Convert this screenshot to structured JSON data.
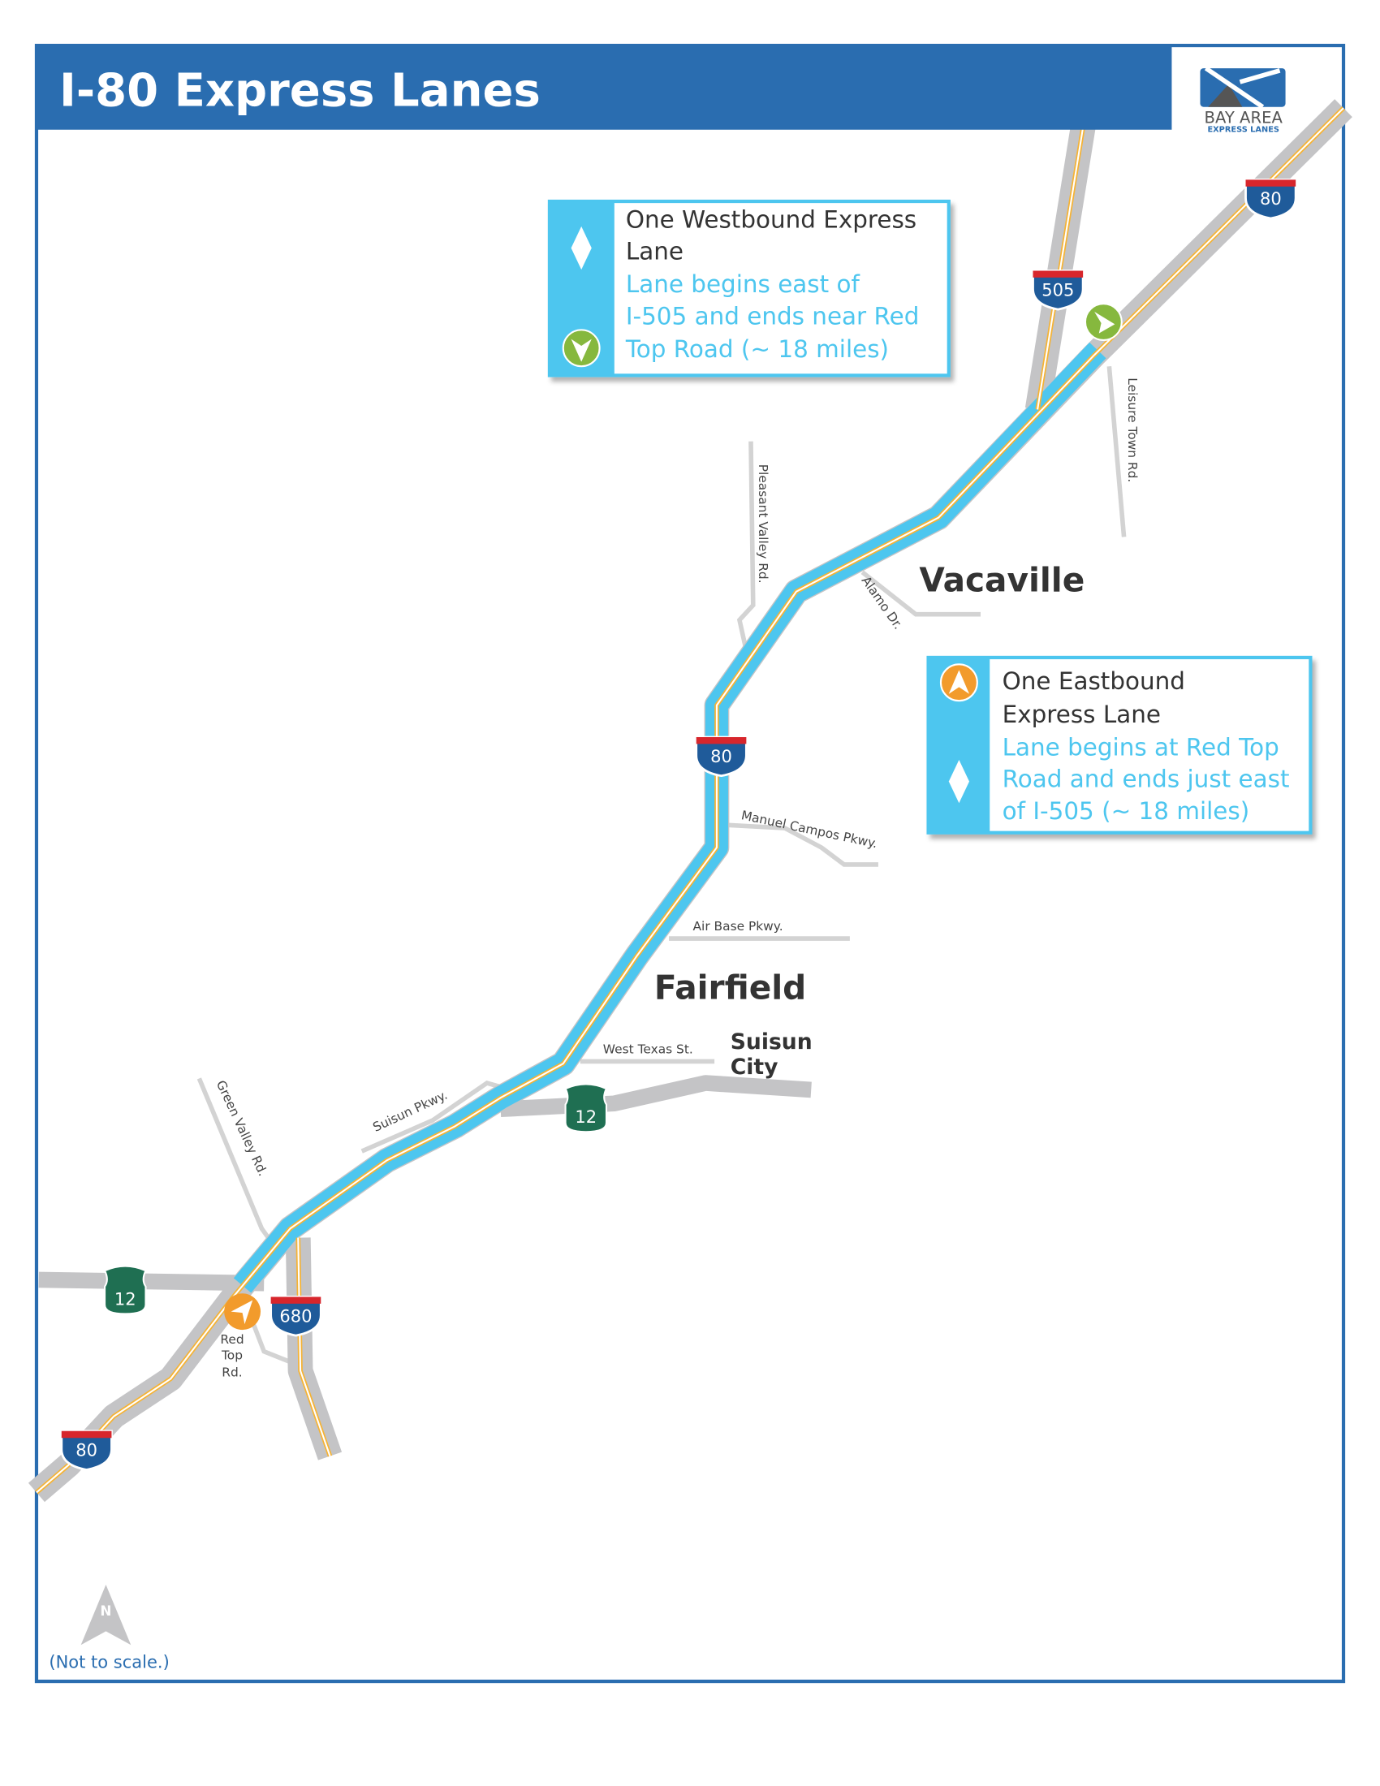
{
  "header": {
    "title": "I-80 Express Lanes"
  },
  "logo": {
    "line1": "BAY AREA",
    "line2": "EXPRESS LANES"
  },
  "colors": {
    "brand_blue": "#2a6db0",
    "express_lane": "#4dc6ef",
    "road_gray": "#c4c4c6",
    "minor_road": "#d3d3d3",
    "centerline": "#f5b335",
    "westbound_marker": "#86b83e",
    "eastbound_marker": "#f29b2c",
    "interstate_red": "#d7262c",
    "interstate_blue": "#1f5b9a",
    "state_route_green": "#1f6f52"
  },
  "callouts": {
    "westbound": {
      "title_line1": "One Westbound Express",
      "title_line2": "Lane",
      "desc_line1": "Lane begins east of",
      "desc_line2": "I-505 and ends near Red",
      "desc_line3": "Top Road (~ 18 miles)"
    },
    "eastbound": {
      "title_line1": "One Eastbound",
      "title_line2": "Express Lane",
      "desc_line1": "Lane begins at Red Top",
      "desc_line2": "Road and ends just east",
      "desc_line3": "of I-505 (~ 18 miles)"
    }
  },
  "cities": {
    "vacaville": "Vacaville",
    "fairfield": "Fairfield",
    "suisun_line1": "Suisun",
    "suisun_line2": "City"
  },
  "roads": {
    "pleasant_valley": "Pleasant Valley Rd.",
    "alamo": "Alamo Dr.",
    "leisure_town": "Leisure Town Rd.",
    "manuel_campos": "Manuel Campos Pkwy.",
    "air_base": "Air Base Pkwy.",
    "west_texas": "West Texas St.",
    "suisun_pkwy": "Suisun Pkwy.",
    "green_valley": "Green Valley Rd.",
    "red_top_1": "Red",
    "red_top_2": "Top",
    "red_top_3": "Rd."
  },
  "shields": {
    "i80": "80",
    "i505": "505",
    "i680": "680",
    "sr12": "12"
  },
  "compass": {
    "letter": "N"
  },
  "footer": {
    "scale_note": "(Not to scale.)"
  }
}
